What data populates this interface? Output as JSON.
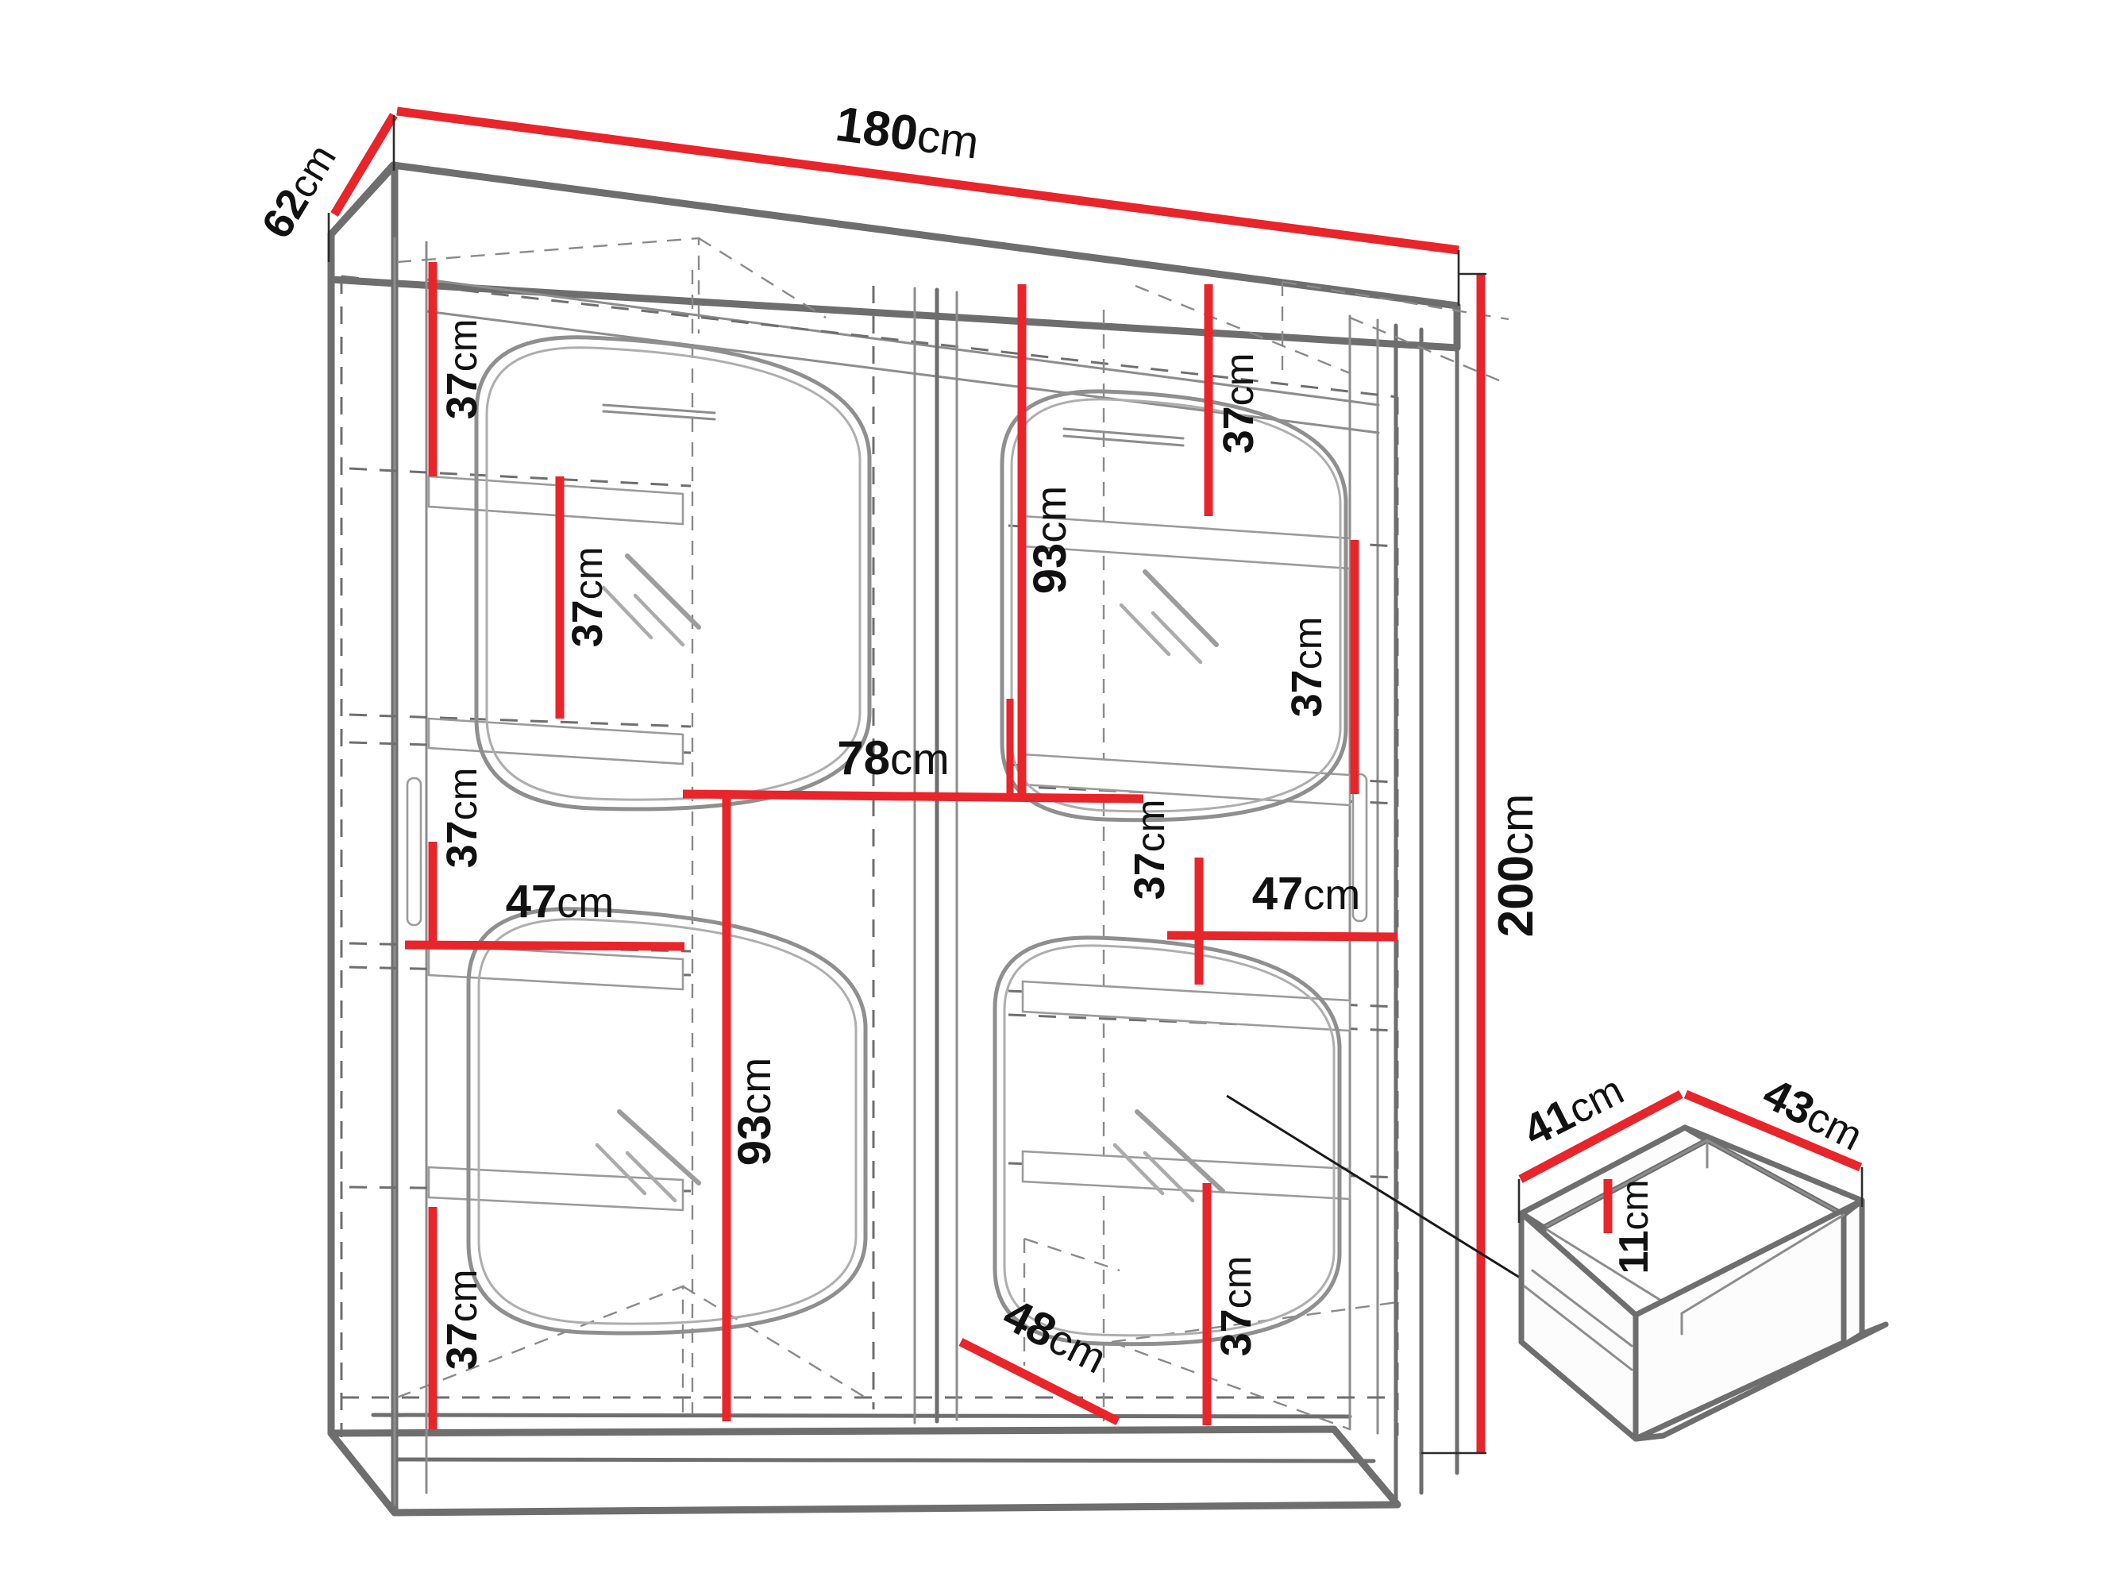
{
  "diagram": {
    "title": "Sliding door wardrobe dimension diagram",
    "unit": "cm",
    "colors": {
      "dimension_line": "#E8252B",
      "body_outline": "#6E6E6E",
      "thin_line": "#8A8A8A",
      "hidden_line": "#707070",
      "text": "#111111",
      "background": "#FFFFFF"
    }
  },
  "wardrobe": {
    "name": "wardrobe-main-view",
    "dimensions": {
      "depth": {
        "value": "62",
        "unit": "cm",
        "label": "62cm",
        "name": "depth"
      },
      "width": {
        "value": "180",
        "unit": "cm",
        "label": "180cm",
        "name": "width"
      },
      "height": {
        "value": "200",
        "unit": "cm",
        "label": "200cm",
        "name": "height"
      }
    },
    "interior_dimensions": [
      {
        "id": "left-top-shelf-gap-1",
        "value": "37",
        "unit": "cm",
        "label": "37cm",
        "orientation": "vertical"
      },
      {
        "id": "left-top-shelf-gap-2",
        "value": "37",
        "unit": "cm",
        "label": "37cm",
        "orientation": "vertical"
      },
      {
        "id": "left-mid-shelf-gap",
        "value": "37",
        "unit": "cm",
        "label": "37cm",
        "orientation": "vertical"
      },
      {
        "id": "left-bottom-shelf-gap",
        "value": "37",
        "unit": "cm",
        "label": "37cm",
        "orientation": "vertical"
      },
      {
        "id": "right-top-shelf-gap-1",
        "value": "37",
        "unit": "cm",
        "label": "37cm",
        "orientation": "vertical"
      },
      {
        "id": "right-top-shelf-gap-2",
        "value": "37",
        "unit": "cm",
        "label": "37cm",
        "orientation": "vertical"
      },
      {
        "id": "right-mid-shelf-gap",
        "value": "37",
        "unit": "cm",
        "label": "37cm",
        "orientation": "vertical"
      },
      {
        "id": "right-bottom-shelf-gap",
        "value": "37",
        "unit": "cm",
        "label": "37cm",
        "orientation": "vertical"
      },
      {
        "id": "right-hanging-rail-height",
        "value": "93",
        "unit": "cm",
        "label": "93cm",
        "orientation": "vertical"
      },
      {
        "id": "left-lower-compartment-height",
        "value": "93",
        "unit": "cm",
        "label": "93cm",
        "orientation": "vertical"
      },
      {
        "id": "shelf-width-upper",
        "value": "78",
        "unit": "cm",
        "label": "78cm",
        "orientation": "horizontal"
      },
      {
        "id": "left-shelf-width",
        "value": "47",
        "unit": "cm",
        "label": "47cm",
        "orientation": "horizontal"
      },
      {
        "id": "right-shelf-width",
        "value": "47",
        "unit": "cm",
        "label": "47cm",
        "orientation": "horizontal"
      },
      {
        "id": "interior-depth",
        "value": "48",
        "unit": "cm",
        "label": "48cm",
        "orientation": "diagonal"
      }
    ]
  },
  "drawer": {
    "name": "drawer-detail-view",
    "dimensions": {
      "depth": {
        "value": "41",
        "unit": "cm",
        "label": "41cm",
        "name": "drawer-depth"
      },
      "width": {
        "value": "43",
        "unit": "cm",
        "label": "43cm",
        "name": "drawer-width"
      },
      "height": {
        "value": "11",
        "unit": "cm",
        "label": "11cm",
        "name": "drawer-height"
      }
    }
  },
  "labels": {
    "d62": "62",
    "d62u": "cm",
    "d180": "180",
    "d180u": "cm",
    "d200": "200",
    "d200u": "cm",
    "d37a": "37",
    "d37au": "cm",
    "d37b": "37",
    "d37bu": "cm",
    "d37c": "37",
    "d37cu": "cm",
    "d37d": "37",
    "d37du": "cm",
    "d37e": "37",
    "d37eu": "cm",
    "d37f": "37",
    "d37fu": "cm",
    "d37g": "37",
    "d37gu": "cm",
    "d37h": "37",
    "d37hu": "cm",
    "d93a": "93",
    "d93au": "cm",
    "d93b": "93",
    "d93bu": "cm",
    "d78": "78",
    "d78u": "cm",
    "d47a": "47",
    "d47au": "cm",
    "d47b": "47",
    "d47bu": "cm",
    "d48": "48",
    "d48u": "cm",
    "d41": "41",
    "d41u": "cm",
    "d43": "43",
    "d43u": "cm",
    "d11": "11",
    "d11u": "cm"
  }
}
